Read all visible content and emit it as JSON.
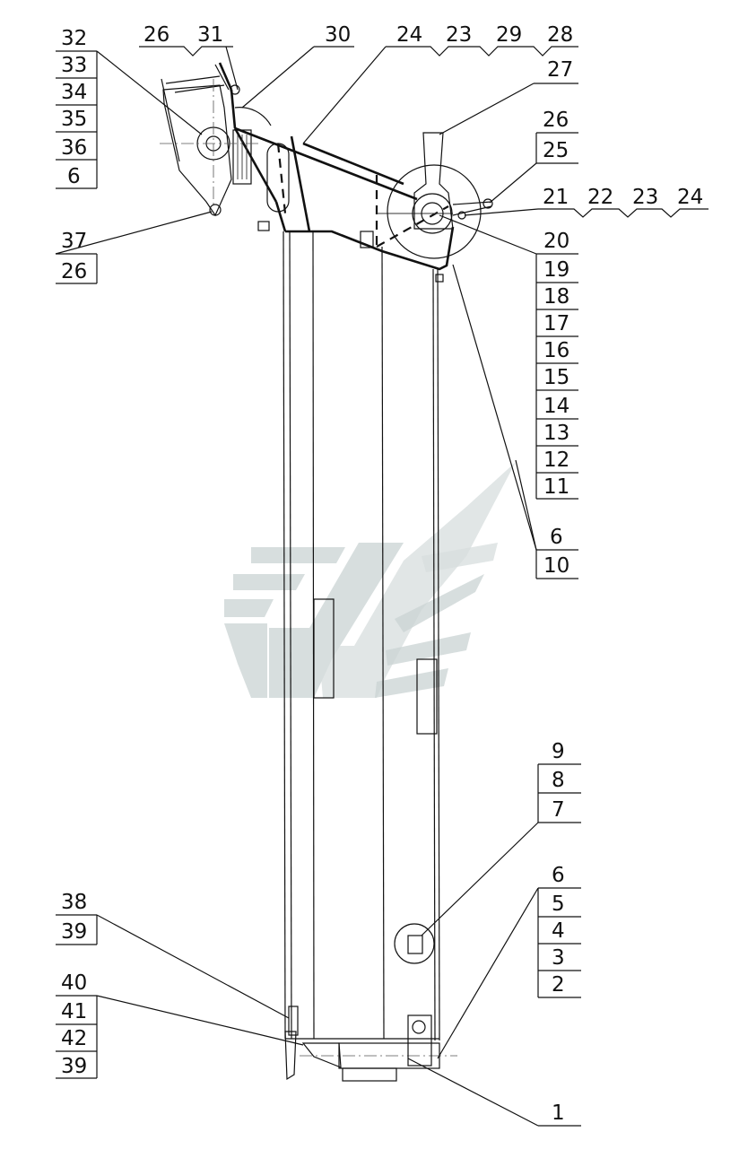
{
  "diagram": {
    "callouts": {
      "top_left_stack": [
        "32",
        "33",
        "34",
        "35",
        "36",
        "6"
      ],
      "top_left_pair": [
        "26",
        "31"
      ],
      "top_mid": [
        "30"
      ],
      "top_right_row": [
        "24",
        "23",
        "29",
        "28"
      ],
      "right_27": [
        "27"
      ],
      "right_pair": [
        "26",
        "25"
      ],
      "right_row": [
        "21",
        "22",
        "23",
        "24"
      ],
      "left_pair_37": [
        "37",
        "26"
      ],
      "right_stack": [
        "20",
        "19",
        "18",
        "17",
        "16",
        "15",
        "14",
        "13",
        "12",
        "11"
      ],
      "right_pair_6": [
        "6",
        "10"
      ],
      "lower_right_stack_a": [
        "9",
        "8",
        "7"
      ],
      "lower_right_stack_b": [
        "6",
        "5",
        "4",
        "3",
        "2"
      ],
      "lower_left_pair": [
        "38",
        "39"
      ],
      "lower_left_stack": [
        "40",
        "41",
        "42",
        "39"
      ],
      "bottom_1": [
        "1"
      ]
    }
  }
}
